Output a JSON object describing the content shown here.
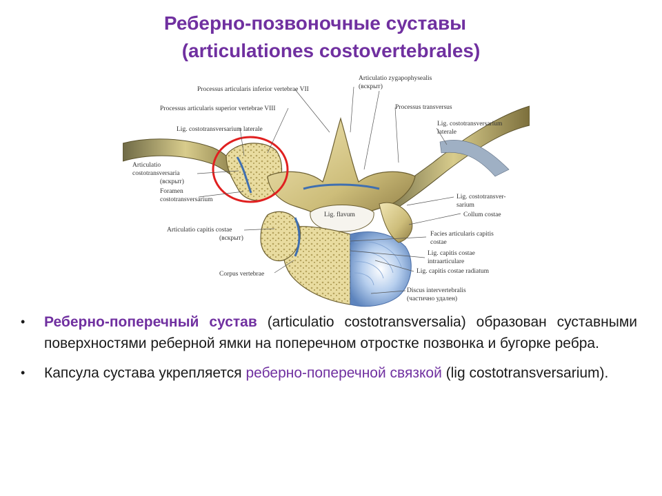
{
  "title": {
    "line1": "Реберно-позвоночные суставы",
    "line2": "(articulationes costovertebrales)"
  },
  "figure": {
    "labels": {
      "proc_art_inf": "Processus articularis inferior vertebrae VII",
      "art_zyg": "Articulatio zygapophysealis",
      "art_zyg_note": "(вскрыт)",
      "proc_art_sup": "Processus articularis superior vertebrae VIII",
      "proc_transv": "Processus transversus",
      "lig_ct_lat_left": "Lig. costotransversarium laterale",
      "lig_ct_lat_right_1": "Lig. costotransversarium",
      "lig_ct_lat_right_2": "laterale",
      "art_ct_1": "Articulatio",
      "art_ct_2": "costotransversaria",
      "art_ct_note": "(вскрыт)",
      "foramen_1": "Foramen",
      "foramen_2": "costotransversarium",
      "lig_flavum": "Lig. flavum",
      "lig_ct_1": "Lig. costotransver-",
      "lig_ct_2": "sarium",
      "collum": "Collum costae",
      "art_cap_1": "Articulatio capitis costae",
      "art_cap_note": "(вскрыт)",
      "facies_1": "Facies articularis capitis",
      "facies_2": "costae",
      "lig_intra_1": "Lig. capitis costae",
      "lig_intra_2": "intraarticulare",
      "lig_rad": "Lig. capitis costae radiatum",
      "corpus": "Corpus vertebrae",
      "discus_1": "Discus intervertebralis",
      "discus_2": "(частично удален)"
    }
  },
  "bullets": [
    {
      "term": "Реберно-поперечный сустав",
      "text": " (articulatio costotransversalia) образован суставными поверхностями реберной ямки на поперечном отростке позвонка и бугорке ребра."
    },
    {
      "pre": "Капсула сустава укрепляется ",
      "highlight": "реберно-поперечной связкой",
      "post": " (lig costotransversarium)."
    }
  ],
  "colors": {
    "title": "#7030a0",
    "highlight": "#7030a0",
    "highlight_circle": "#e02020"
  }
}
